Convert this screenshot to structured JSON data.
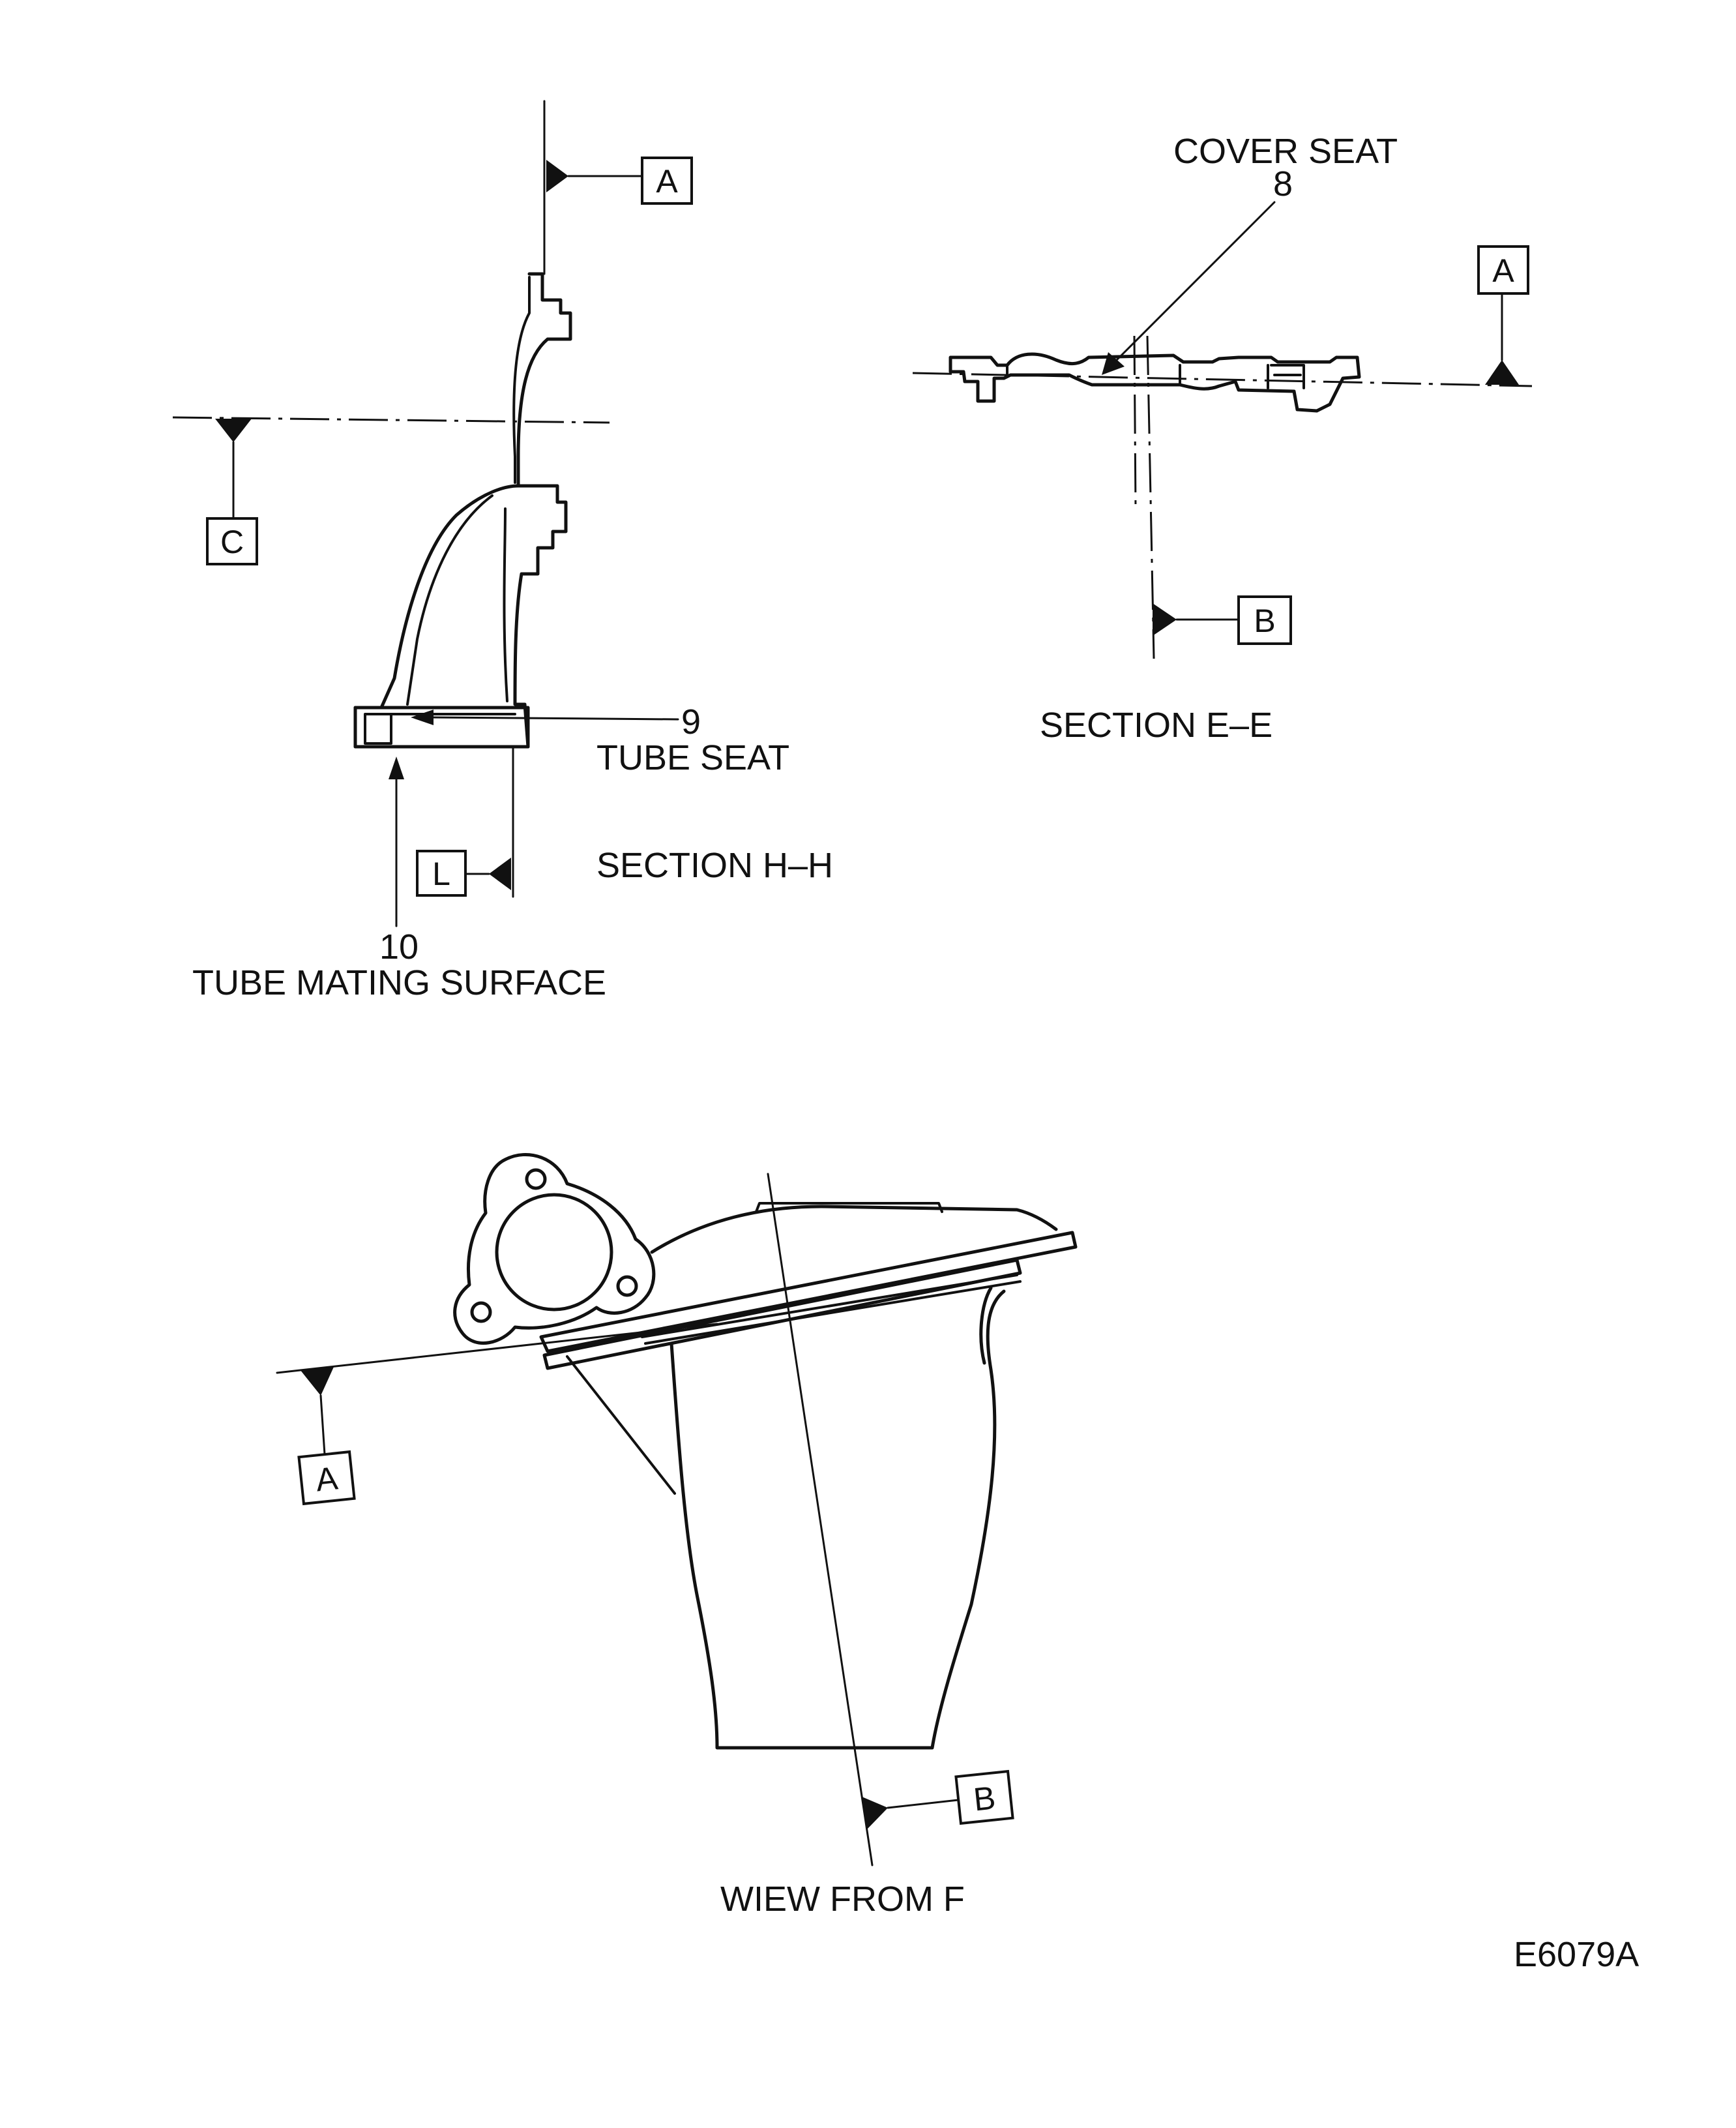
{
  "section_hh": {
    "datums": {
      "a": "A",
      "c": "C",
      "l": "L"
    },
    "callout_9": {
      "number": "9",
      "text": "TUBE SEAT"
    },
    "callout_10": {
      "number": "10",
      "text": "TUBE MATING SURFACE"
    },
    "title": "SECTION H–H"
  },
  "section_ee": {
    "datums": {
      "a": "A",
      "b": "B"
    },
    "callout_8": {
      "number": "8",
      "text": "COVER SEAT"
    },
    "title": "SECTION E–E"
  },
  "view_f": {
    "datums": {
      "a": "A",
      "b": "B"
    },
    "title": "WIEW FROM F"
  },
  "figure_code": "E6079A"
}
